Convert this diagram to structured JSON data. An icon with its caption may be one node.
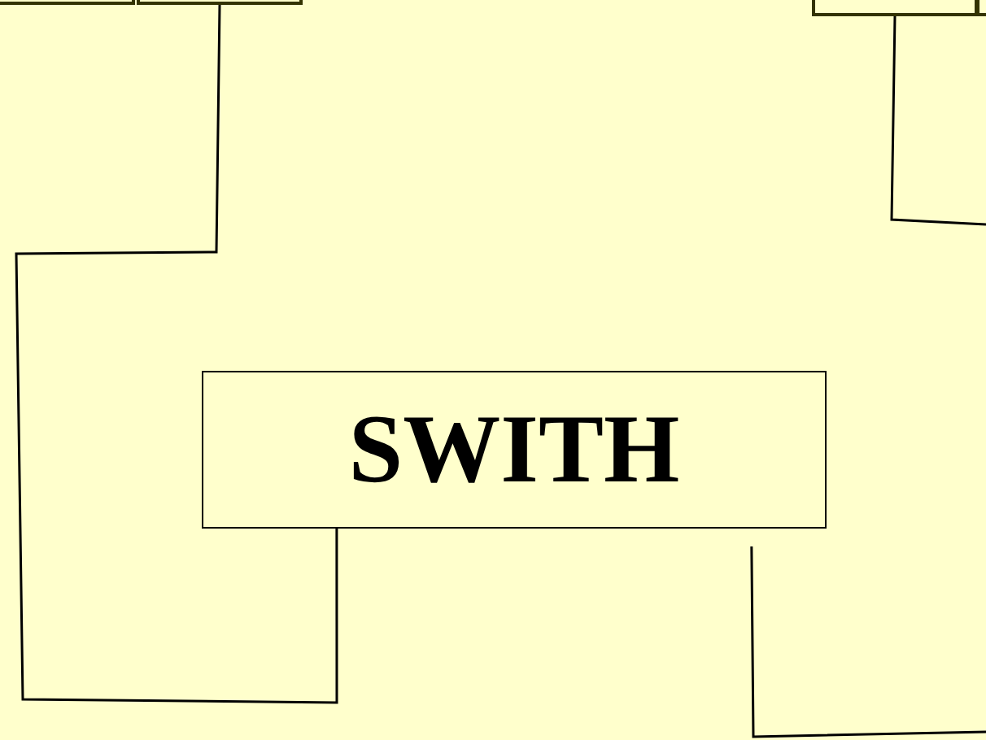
{
  "diagram": {
    "nodes": [
      {
        "text": [],
        "shape": "box"
      },
      {
        "text": [],
        "shape": "box"
      },
      {
        "text": [],
        "shape": "box"
      },
      {
        "text": [],
        "shape": "box"
      },
      {
        "text": [
          "SWITH"
        ]
      }
    ],
    "edges": [
      {
        "from": 1,
        "to": 4,
        "arrow": "none"
      },
      {
        "from": 2,
        "to": null,
        "arrow": "none"
      },
      {
        "from": 4,
        "to": null,
        "arrow": "none"
      }
    ]
  }
}
